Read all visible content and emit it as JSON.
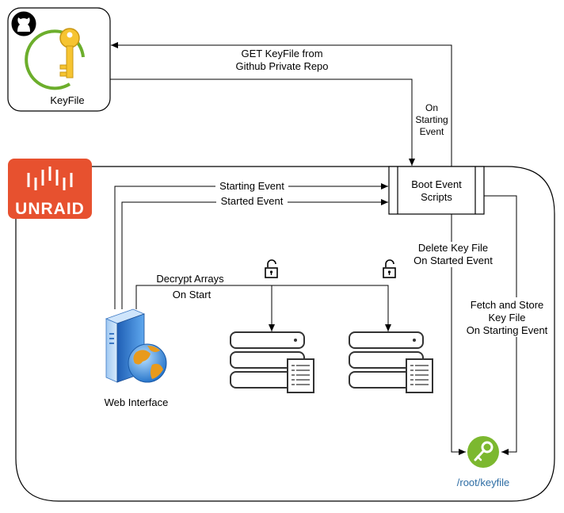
{
  "keyfile_box": {
    "label": "KeyFile",
    "github_icon": "github-icon",
    "key_icon": "key-icon"
  },
  "unraid_logo": {
    "text": "UNRAID",
    "color": "#e7512f"
  },
  "boot_scripts": {
    "line1": "Boot Event",
    "line2": "Scripts"
  },
  "edges": {
    "get_keyfile": {
      "line1": "GET KeyFile from",
      "line2": "Github Private Repo"
    },
    "on_starting": {
      "line1": "On",
      "line2": "Starting",
      "line3": "Event"
    },
    "starting_event": "Starting Event",
    "started_event": "Started Event",
    "delete_key": {
      "line1": "Delete Key File",
      "line2": "On Started Event"
    },
    "fetch_store": {
      "line1": "Fetch and Store",
      "line2": "Key File",
      "line3": "On Starting Event"
    },
    "decrypt": {
      "line1": "Decrypt Arrays",
      "line2": "On Start"
    }
  },
  "web_interface": {
    "label": "Web Interface",
    "icon": "web-server-icon"
  },
  "arrays": [
    {
      "icon": "disk-array-icon",
      "lock_icon": "unlocked-padlock-icon"
    },
    {
      "icon": "disk-array-icon",
      "lock_icon": "unlocked-padlock-icon"
    }
  ],
  "root_keyfile": {
    "label": "/root/keyfile",
    "color": "#2e6da4",
    "icon_color": "#7cb82f"
  }
}
